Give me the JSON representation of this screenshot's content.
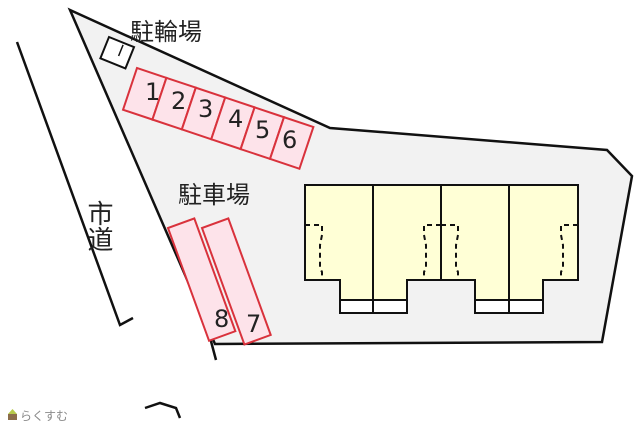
{
  "labels": {
    "bicycle_parking": "駐輪場",
    "car_parking": "駐車場",
    "city_road": "市道"
  },
  "parking_slots": [
    "1",
    "2",
    "3",
    "4",
    "5",
    "6",
    "7",
    "8"
  ],
  "logo": "らくすむ",
  "colors": {
    "site": "#f2f2f2",
    "slot_fill": "#fde3ea",
    "slot_stroke": "#d9323c",
    "building": "#ffffd6",
    "line": "#111111"
  }
}
